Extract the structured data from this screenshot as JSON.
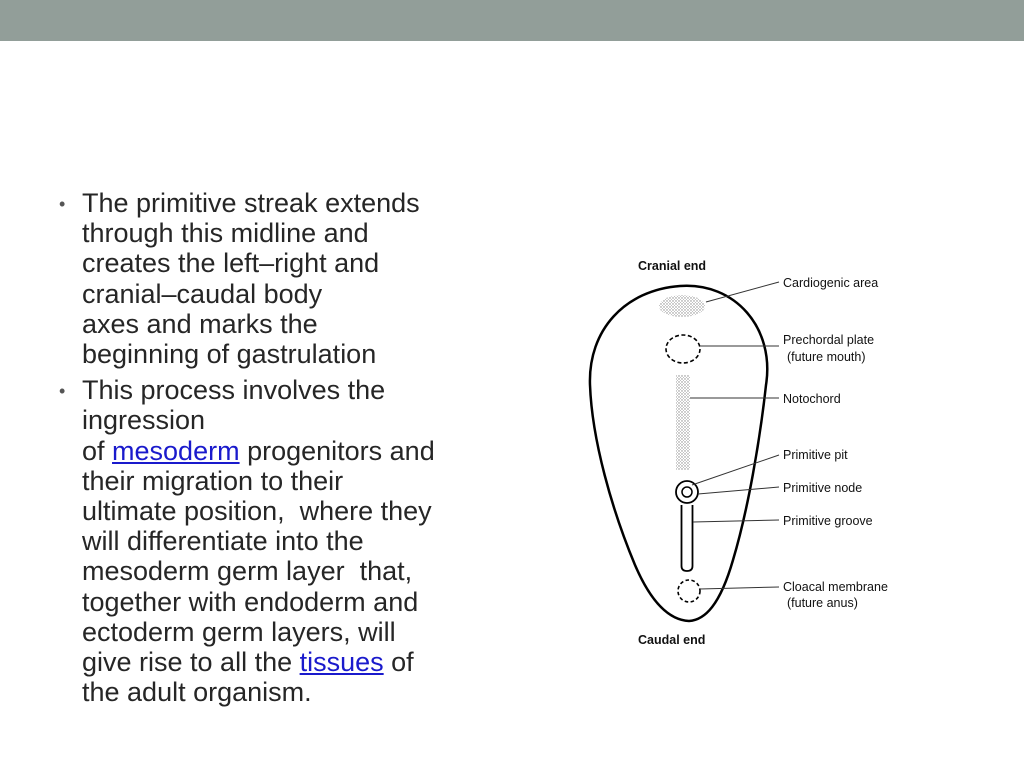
{
  "slide": {
    "bullets": [
      {
        "lines": [
          [
            "The primitive streak extends"
          ],
          [
            "through this midline and"
          ],
          [
            "creates the left–right and"
          ],
          [
            "cranial–caudal body"
          ],
          [
            "axes and marks the"
          ],
          [
            "beginning of gastrulation"
          ]
        ]
      },
      {
        "lines": [
          [
            "This process involves the"
          ],
          [
            "ingression"
          ],
          [
            "of ",
            {
              "link": "mesoderm"
            },
            " progenitors and"
          ],
          [
            "their migration to their"
          ],
          [
            "ultimate position,  where they"
          ],
          [
            "will differentiate into the"
          ],
          [
            "mesoderm germ layer  that,"
          ],
          [
            "together with endoderm and"
          ],
          [
            "ectoderm germ layers, will"
          ],
          [
            "give rise to all the ",
            {
              "link": "tissues"
            },
            " of"
          ],
          [
            "the adult organism."
          ]
        ]
      }
    ]
  },
  "diagram": {
    "cranial_end": "Cranial end",
    "caudal_end": "Caudal end",
    "labels": {
      "cardiogenic": "Cardiogenic area",
      "prechordal_1": "Prechordal plate",
      "prechordal_2": "(future mouth)",
      "notochord": "Notochord",
      "pit": "Primitive pit",
      "node": "Primitive node",
      "groove": "Primitive groove",
      "cloacal_1": "Cloacal membrane",
      "cloacal_2": "(future anus)"
    }
  },
  "colors": {
    "top_bar": "#929e99",
    "link": "#1a1acc",
    "text": "#262626"
  }
}
